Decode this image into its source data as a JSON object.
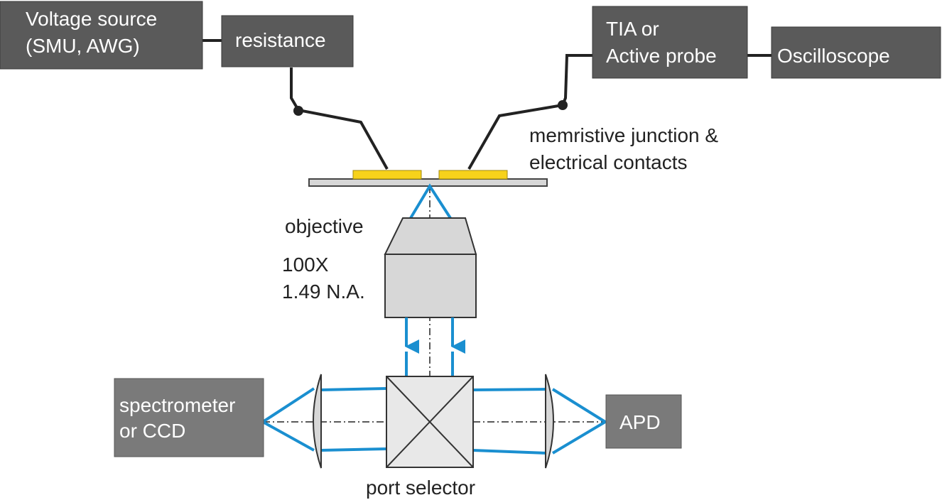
{
  "colors": {
    "dark_box": "#5a5a5a",
    "mid_box": "#7a7a7a",
    "light_gray": "#d7d7d7",
    "contact_yellow": "#f7d21b",
    "beam_blue": "#1a8fd0",
    "wire": "#222222"
  },
  "boxes": {
    "voltage_source": [
      "Voltage source",
      "(SMU, AWG)"
    ],
    "resistance": [
      "resistance"
    ],
    "tia": [
      "TIA  or",
      "Active probe"
    ],
    "oscilloscope": [
      "Oscilloscope"
    ],
    "spectrometer": [
      "spectrometer",
      "or CCD"
    ],
    "apd": [
      "APD"
    ]
  },
  "labels": {
    "junction": [
      "memristive junction &",
      "electrical contacts"
    ],
    "objective": "objective",
    "magnification": [
      "100X",
      "1.49 N.A."
    ],
    "port_selector": "port selector"
  }
}
